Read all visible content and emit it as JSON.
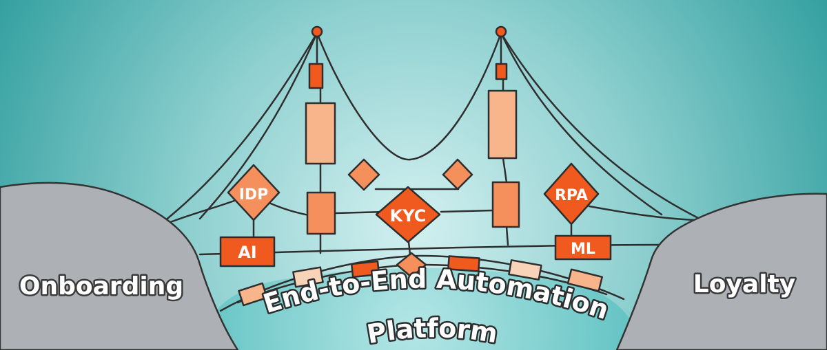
{
  "labels": {
    "left_bank": "Onboarding",
    "right_bank": "Loyalty",
    "deck_line1": "End-to-End Automation",
    "deck_line2": "Platform",
    "node_idp": "IDP",
    "node_kyc": "KYC",
    "node_rpa": "RPA",
    "node_ai": "AI",
    "node_ml": "ML"
  },
  "colors": {
    "sky_light": "#c9ecec",
    "sky_dark": "#2e9e9e",
    "water": "#7fd2d2",
    "bank": "#adb0b5",
    "orange_dark": "#f15a1f",
    "orange_mid": "#f58f5c",
    "orange_light": "#f8b48a",
    "orange_pale": "#f9d3b8",
    "ink": "#2e2e2e"
  }
}
